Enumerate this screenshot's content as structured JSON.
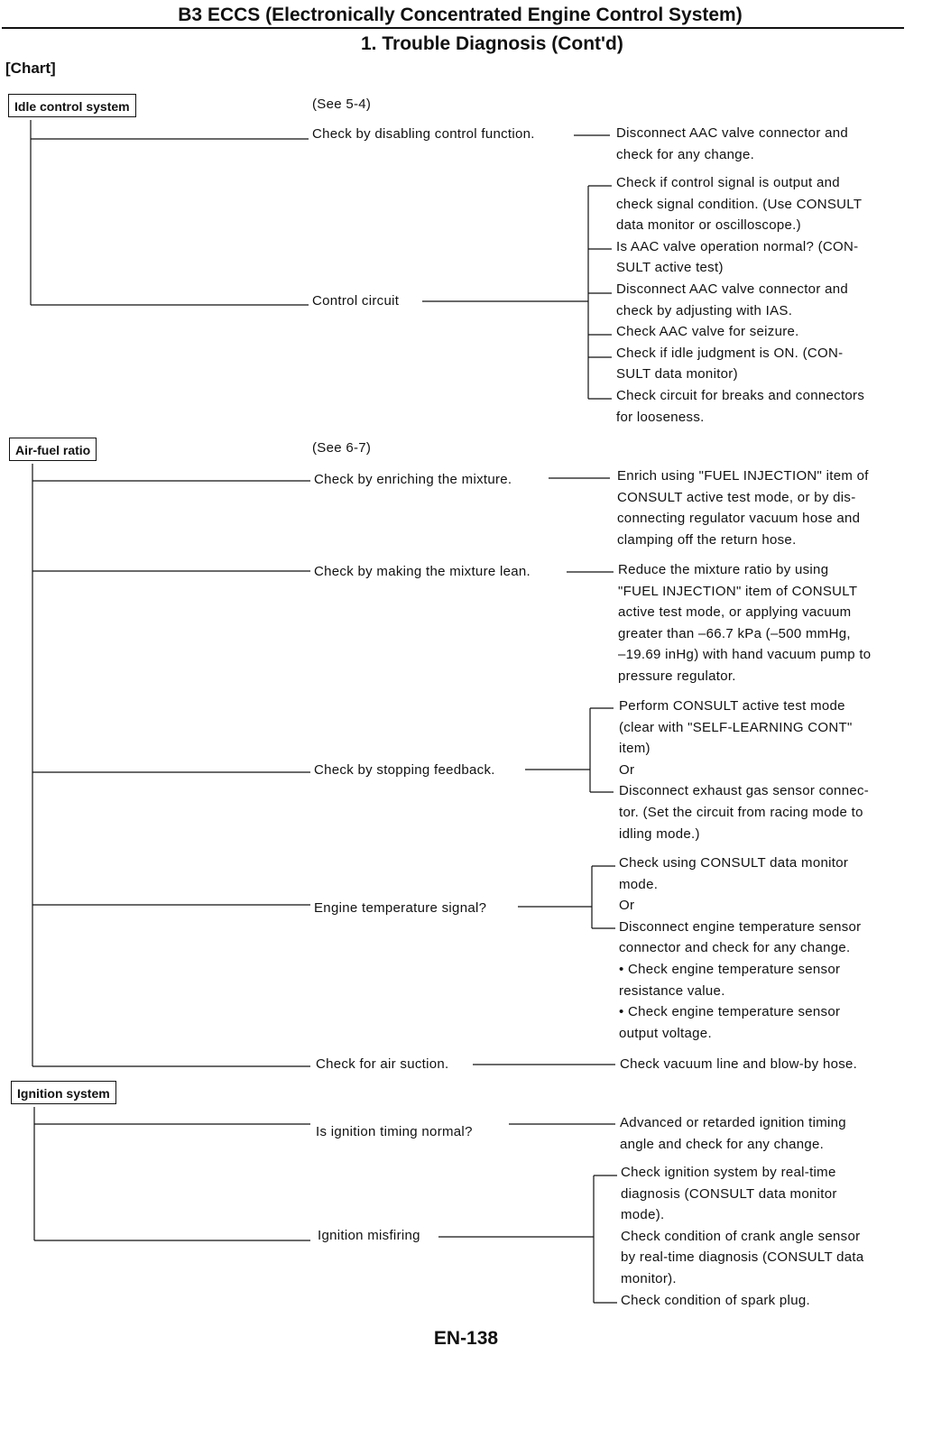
{
  "header": {
    "title": "B3 ECCS (Electronically Concentrated Engine Control System)",
    "subtitle": "1.   Trouble Diagnosis (Cont'd)",
    "chart_label": "[Chart]"
  },
  "sections": {
    "idle": {
      "title": "Idle control system",
      "see": "(See 5-4)",
      "check_disable": "Check by disabling control function.",
      "disable_result": [
        "Disconnect AAC valve connector and",
        "check for any change."
      ],
      "control_circuit": "Control circuit",
      "circuit_items": [
        [
          "Check if control signal is output and",
          "check signal condition. (Use CONSULT",
          "data monitor or oscilloscope.)"
        ],
        [
          "Is AAC valve operation normal? (CON-",
          "SULT active test)"
        ],
        [
          "Disconnect AAC valve connector and",
          "check by adjusting with IAS."
        ],
        [
          "Check AAC valve for seizure."
        ],
        [
          "Check if idle judgment is ON. (CON-",
          "SULT data monitor)"
        ],
        [
          "Check circuit for breaks and connectors",
          "for looseness."
        ]
      ]
    },
    "airfuel": {
      "title": "Air-fuel ratio",
      "see": "(See 6-7)",
      "enrich": "Check by enriching the mixture.",
      "enrich_result": [
        "Enrich using \"FUEL INJECTION\" item of",
        "CONSULT active test mode, or by dis-",
        "connecting regulator vacuum hose and",
        "clamping off the return hose."
      ],
      "lean": "Check by making the mixture lean.",
      "lean_result": [
        "Reduce the mixture ratio by using",
        "\"FUEL INJECTION\" item of CONSULT",
        "active test mode, or applying vacuum",
        "greater than –66.7 kPa (–500 mmHg,",
        "–19.69 inHg) with hand vacuum pump to",
        "pressure regulator."
      ],
      "feedback": "Check by stopping feedback.",
      "feedback_result": [
        "Perform CONSULT active test mode",
        "(clear with \"SELF-LEARNING CONT\"",
        "item)",
        "Or",
        "Disconnect exhaust gas sensor connec-",
        "tor. (Set the circuit from racing mode to",
        "idling mode.)"
      ],
      "temp": "Engine temperature signal?",
      "temp_result": [
        "Check using CONSULT data monitor",
        "mode.",
        "Or",
        "Disconnect engine temperature sensor",
        "connector and check for any change.",
        "• Check engine temperature sensor",
        "resistance value.",
        "• Check engine temperature sensor",
        "output voltage."
      ],
      "suction": "Check for air suction.",
      "suction_result": "Check vacuum line and blow-by hose."
    },
    "ignition": {
      "title": "Ignition system",
      "timing": "Is ignition timing normal?",
      "timing_result": [
        "Advanced or retarded ignition timing",
        "angle and check for any change."
      ],
      "misfire": "Ignition misfiring",
      "misfire_items": [
        [
          "Check ignition system by real-time",
          "diagnosis (CONSULT data monitor",
          "mode)."
        ],
        [
          "Check condition of crank angle sensor",
          "by real-time diagnosis (CONSULT data",
          "monitor)."
        ],
        [
          "Check condition of spark plug."
        ]
      ]
    }
  },
  "footer": {
    "page": "EN-138"
  }
}
